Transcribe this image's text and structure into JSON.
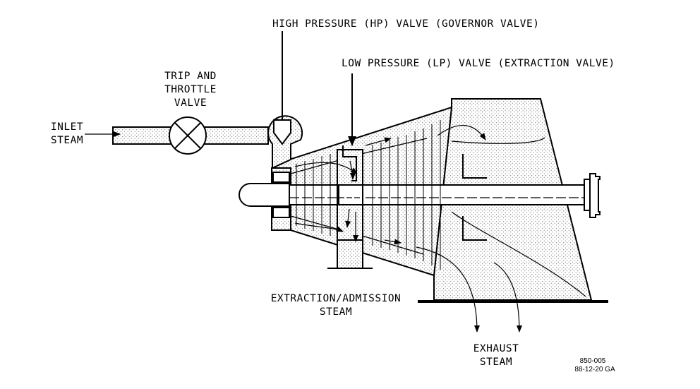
{
  "labels": {
    "hp_valve": "HIGH PRESSURE (HP) VALVE (GOVERNOR VALVE)",
    "lp_valve": "LOW PRESSURE (LP) VALVE (EXTRACTION VALVE)",
    "trip_line1": "TRIP AND",
    "trip_line2": "THROTTLE",
    "trip_line3": "VALVE",
    "inlet_line1": "INLET",
    "inlet_line2": "STEAM",
    "extraction_line1": "EXTRACTION/ADMISSION",
    "extraction_line2": "STEAM",
    "exhaust_line1": "EXHAUST",
    "exhaust_line2": "STEAM",
    "ref_code": "850-005",
    "ref_date": "88-12-20 GA"
  }
}
